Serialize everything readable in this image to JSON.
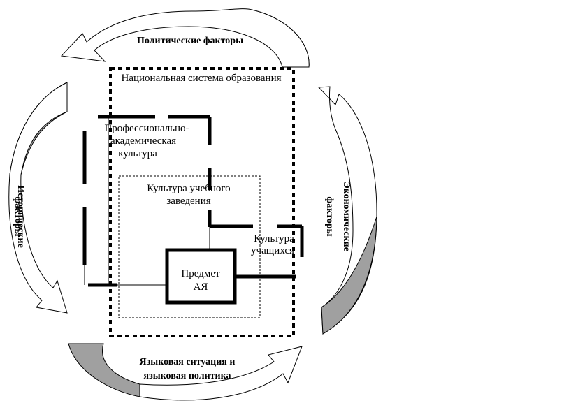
{
  "factors": {
    "political": "Политические факторы",
    "economic_line1": "Экономические",
    "economic_line2": "факторы",
    "left_line1": "факторы",
    "left_line2": "Исторические",
    "language_line1": "Языковая ситуация и",
    "language_line2": "языковая политика"
  },
  "boxes": {
    "national_system": "Национальная система образования",
    "prof_academic_line1": "Профессионально-",
    "prof_academic_line2": "академическая",
    "prof_academic_line3": "культура",
    "institution_line1": "Культура учебного",
    "institution_line2": "заведения",
    "students_line1": "Культура",
    "students_line2": "учащихся",
    "subject_line1": "Предмет",
    "subject_line2": "АЯ"
  },
  "colors": {
    "arrow_shade": "#a0a0a0",
    "line": "#000000"
  }
}
